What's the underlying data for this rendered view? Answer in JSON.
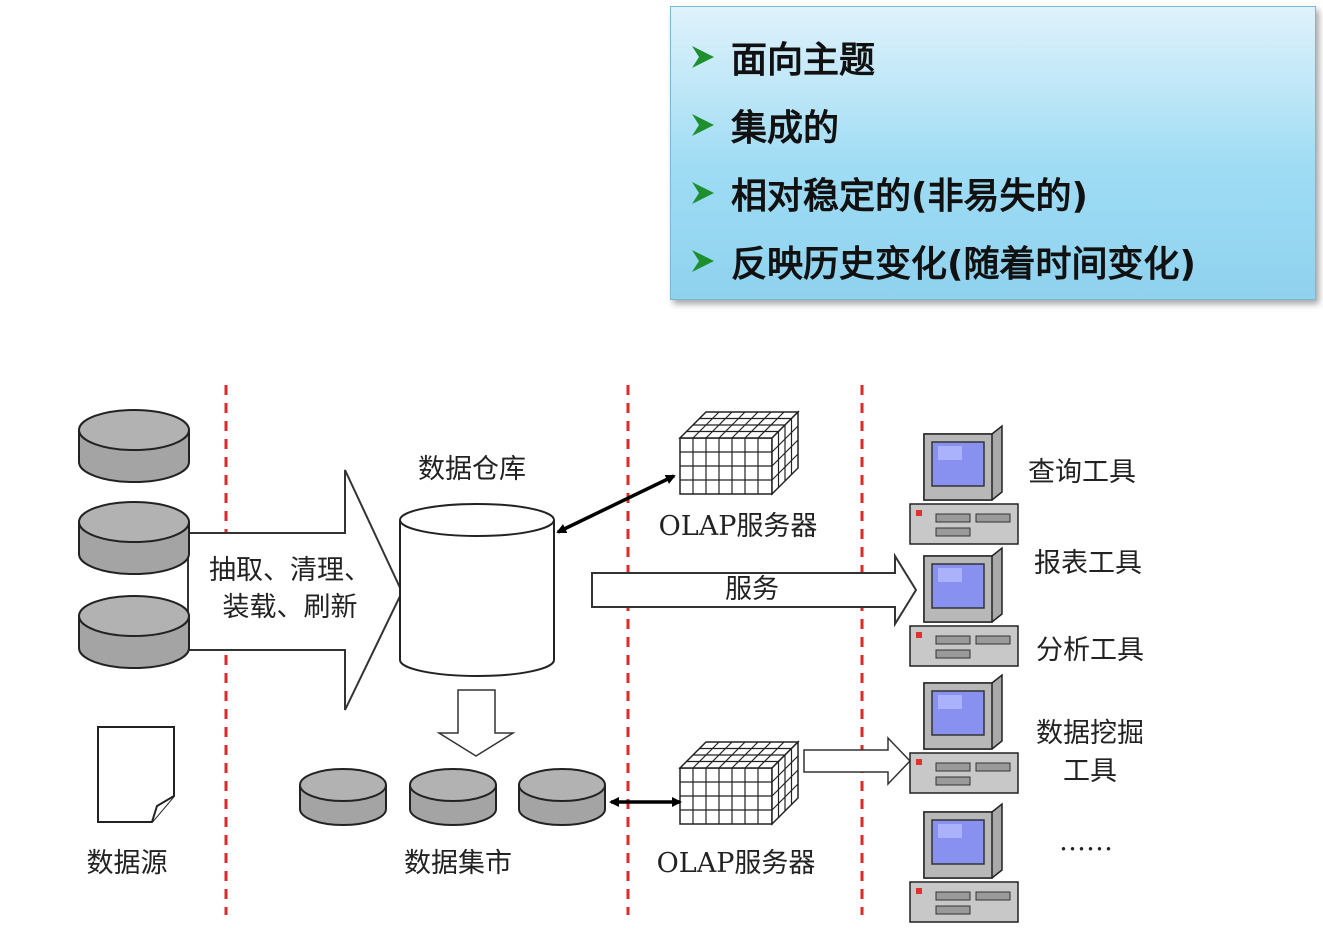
{
  "features": [
    "面向主题",
    "集成的",
    "相对稳定的(非易失的)",
    "反映历史变化(随着时间变化)"
  ],
  "diagram": {
    "source_label": "数据源",
    "etl_line1": "抽取、清理、",
    "etl_line2": "装载、刷新",
    "warehouse_label": "数据仓库",
    "datamart_label": "数据集市",
    "olap_label": "OLAP服务器",
    "service_label": "服务",
    "tools": {
      "query": "查询工具",
      "report": "报表工具",
      "analysis": "分析工具",
      "mining_line1": "数据挖掘",
      "mining_line2": "工具",
      "more": "……"
    }
  },
  "colors": {
    "callout_top": "#dff2fb",
    "callout_bottom": "#8fd2ee",
    "bullet_arrow": "#1d8f2e",
    "divider": "#e02828",
    "disk_fill": "#a8a8a8"
  }
}
